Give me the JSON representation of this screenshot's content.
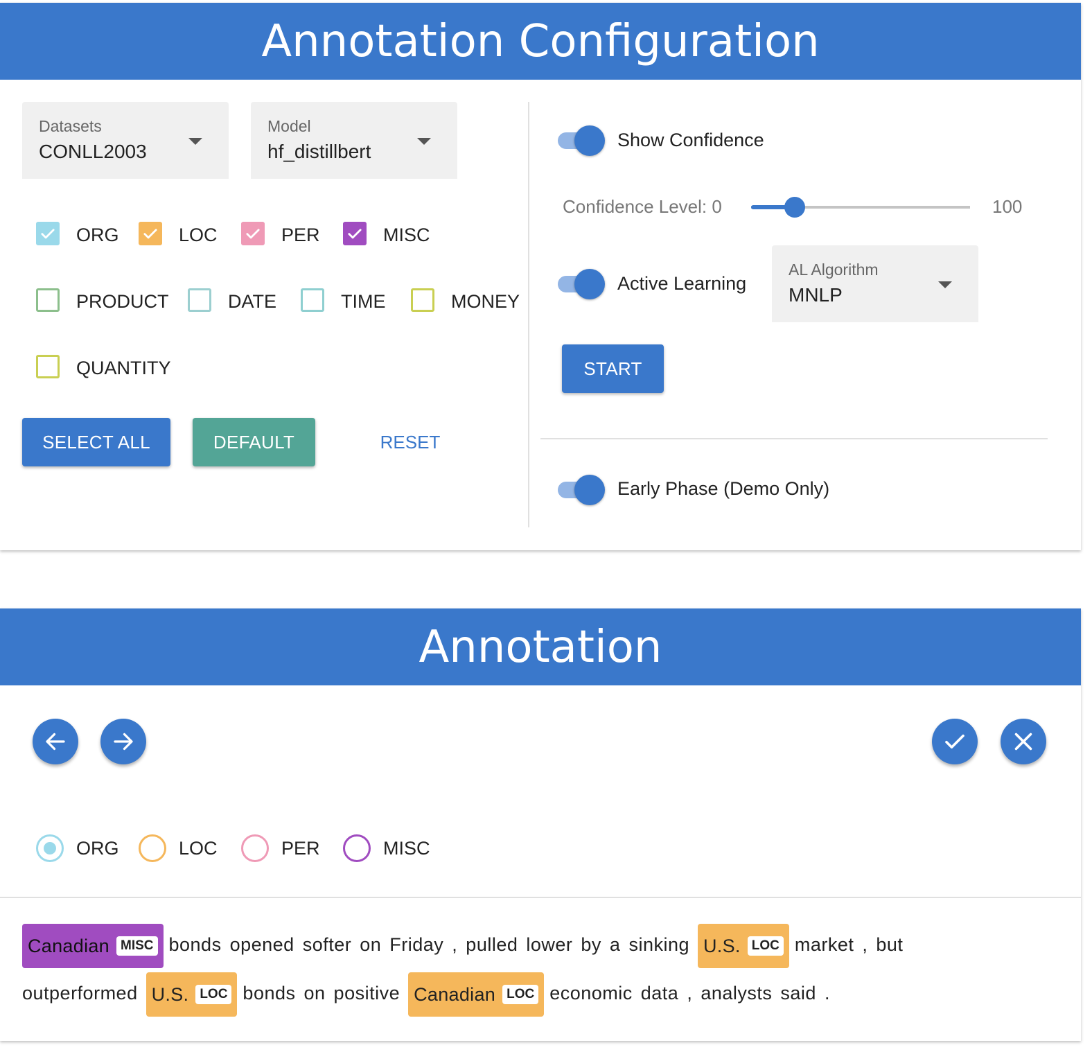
{
  "config": {
    "title": "Annotation Configuration",
    "datasets": {
      "label": "Datasets",
      "value": "CONLL2003"
    },
    "model": {
      "label": "Model",
      "value": "hf_distillbert"
    },
    "entity_types": [
      {
        "label": "ORG",
        "checked": true,
        "color": "#9ad9ea"
      },
      {
        "label": "LOC",
        "checked": true,
        "color": "#f5b75b"
      },
      {
        "label": "PER",
        "checked": true,
        "color": "#ef9ab6"
      },
      {
        "label": "MISC",
        "checked": true,
        "color": "#a04cc0"
      },
      {
        "label": "PRODUCT",
        "checked": false,
        "color": "#8cbf8c"
      },
      {
        "label": "DATE",
        "checked": false,
        "color": "#9ccfd0"
      },
      {
        "label": "TIME",
        "checked": false,
        "color": "#8fcfd0"
      },
      {
        "label": "MONEY",
        "checked": false,
        "color": "#c9cf52"
      },
      {
        "label": "QUANTITY",
        "checked": false,
        "color": "#c9cf52"
      }
    ],
    "buttons": {
      "select_all": "SELECT ALL",
      "default": "DEFAULT",
      "reset": "RESET",
      "start": "START"
    },
    "show_confidence": {
      "label": "Show Confidence",
      "on": true
    },
    "confidence": {
      "label": "Confidence Level: 0",
      "max_label": "100",
      "value": 20
    },
    "active_learning": {
      "label": "Active Learning",
      "on": true
    },
    "al_algorithm": {
      "label": "AL Algorithm",
      "value": "MNLP"
    },
    "early_phase": {
      "label": "Early Phase (Demo Only)",
      "on": true
    }
  },
  "annotation": {
    "title": "Annotation",
    "radios": [
      {
        "label": "ORG",
        "selected": true,
        "color": "#9ad9ea"
      },
      {
        "label": "LOC",
        "selected": false,
        "color": "#f5b75b"
      },
      {
        "label": "PER",
        "selected": false,
        "color": "#ef9ab6"
      },
      {
        "label": "MISC",
        "selected": false,
        "color": "#a04cc0"
      }
    ],
    "tokens_line1": [
      {
        "text": "Canadian",
        "tag": "MISC"
      },
      {
        "text": "bonds"
      },
      {
        "text": "opened"
      },
      {
        "text": "softer"
      },
      {
        "text": "on"
      },
      {
        "text": "Friday"
      },
      {
        "text": ","
      },
      {
        "text": "pulled"
      },
      {
        "text": "lower"
      },
      {
        "text": "by"
      },
      {
        "text": "a"
      },
      {
        "text": "sinking"
      },
      {
        "text": "U.S.",
        "tag": "LOC"
      },
      {
        "text": "market"
      },
      {
        "text": ","
      },
      {
        "text": "but"
      }
    ],
    "tokens_line2": [
      {
        "text": "outperformed"
      },
      {
        "text": "U.S.",
        "tag": "LOC"
      },
      {
        "text": "bonds"
      },
      {
        "text": "on"
      },
      {
        "text": "positive"
      },
      {
        "text": "Canadian",
        "tag": "LOC"
      },
      {
        "text": "economic"
      },
      {
        "text": "data"
      },
      {
        "text": ","
      },
      {
        "text": "analysts"
      },
      {
        "text": "said"
      },
      {
        "text": "."
      }
    ],
    "tag_colors": {
      "MISC": "#a04cc0",
      "LOC": "#f5b75b"
    }
  }
}
